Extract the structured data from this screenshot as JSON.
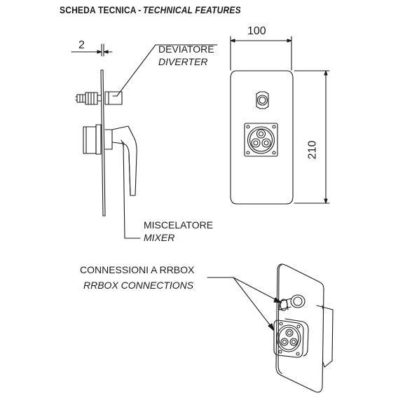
{
  "header": {
    "title_it": "SCHEDA TECNICA",
    "separator": "-",
    "title_en": "TECHNICAL FEATURES"
  },
  "dimensions": {
    "thickness": "2",
    "width": "100",
    "height": "210"
  },
  "labels": {
    "diverter_it": "DEVIATORE",
    "diverter_en": "DIVERTER",
    "mixer_it": "MISCELATORE",
    "mixer_en": "MIXER",
    "connections_it": "CONNESSIONI A RRBOX",
    "connections_en": "RRBOX CONNECTIONS"
  },
  "colors": {
    "line": "#1a1a1a",
    "background": "#ffffff"
  }
}
